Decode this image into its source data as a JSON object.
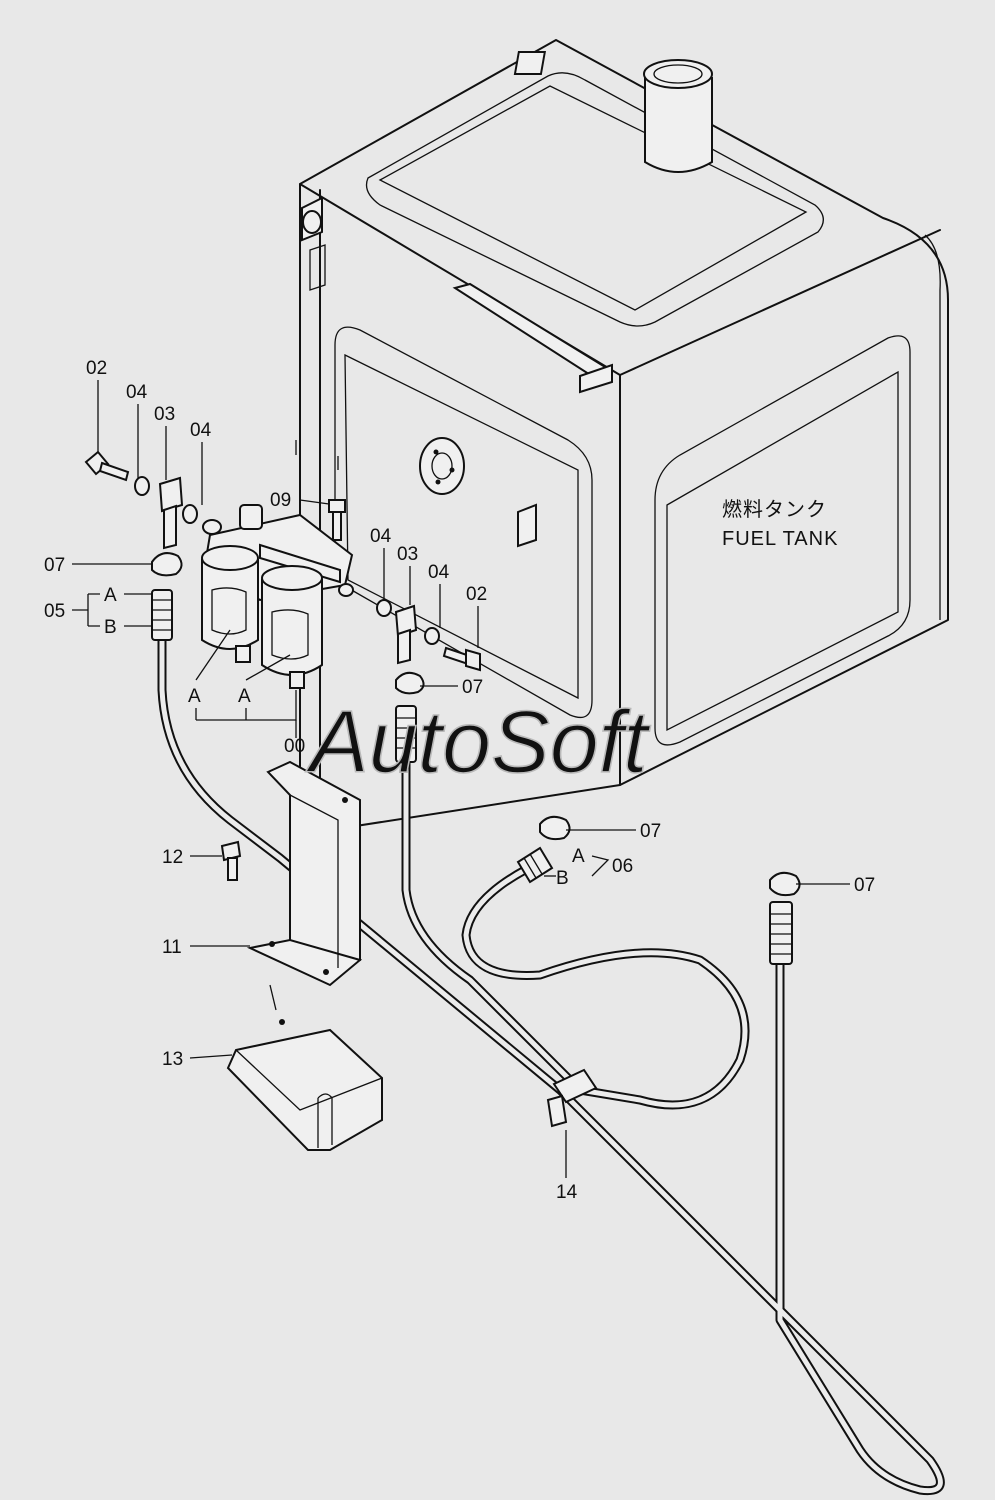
{
  "tank_label": {
    "jp": "燃料タンク",
    "en": "FUEL TANK"
  },
  "watermark": "AutoSoft",
  "callouts": {
    "p02_left": "02",
    "p04_left_a": "04",
    "p03_left": "03",
    "p04_left_b": "04",
    "p09": "09",
    "p04_right_a": "04",
    "p03_right": "03",
    "p04_right_b": "04",
    "p02_right": "02",
    "p07_left": "07",
    "p05": "05",
    "p05_a": "A",
    "p05_b": "B",
    "p07_mid": "07",
    "filter_a_left": "A",
    "filter_a_right": "A",
    "p00": "00",
    "p07_tank": "07",
    "p06_a": "A",
    "p06_b": "B",
    "p06": "06",
    "p07_right": "07",
    "p12": "12",
    "p11": "11",
    "p13": "13",
    "p14": "14"
  },
  "colors": {
    "background": "#e8e8e8",
    "line": "#111111",
    "watermark": "#b9b9b9"
  }
}
